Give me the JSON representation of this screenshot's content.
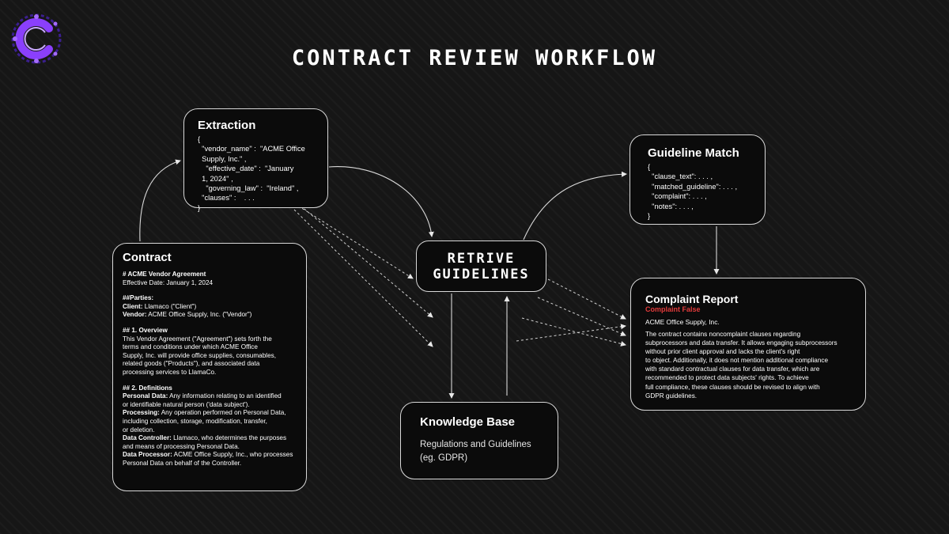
{
  "title": "CONTRACT REVIEW WORKFLOW",
  "logo": {
    "icon": "c-circuit-logo-icon",
    "colors": [
      "#8a3ffc",
      "#3b1f8f"
    ]
  },
  "extraction": {
    "title": "Extraction",
    "code": "{\n  \"vendor_name\" :  \"ACME Office\n  Supply, Inc.\" ,\n    \"effective_date\" :  \"January\n  1, 2024\" ,\n    \"governing_law\" :  \"Ireland\" ,\n  \"clauses\" :    . . .\n}"
  },
  "guideline_match": {
    "title": "Guideline Match",
    "code": "{\n  \"clause_text\": . . . ,\n  \"matched_guideline\": . . . ,\n  \"complaint\": . . . ,\n  \"notes\": . . . ,\n}"
  },
  "contract": {
    "title": "Contract",
    "heading": "# ACME Vendor Agreement",
    "effective": "Effective Date: January 1, 2024",
    "parties_heading": "##Parties:",
    "client_label": "Client:",
    "client_value": " Llamaco (\"Client\")",
    "vendor_label": "Vendor:",
    "vendor_value": " ACME Office Supply, Inc. (\"Vendor\")",
    "overview_heading": "## 1. Overview",
    "overview_text": "This Vendor Agreement (\"Agreement\") sets forth the\nterms and conditions under which ACME Office\nSupply, Inc. will provide office supplies, consumables,\nrelated goods (\"Products\"), and associated data\nprocessing services to LlamaCo.",
    "definitions_heading": "## 2. Definitions",
    "definitions": [
      {
        "label": "Personal Data:",
        "text": " Any information relating to an identified\nor identifiable natural person ('data subject')."
      },
      {
        "label": "Processing:",
        "text": " Any operation performed on Personal Data,\nincluding collection, storage, modification, transfer,\nor deletion."
      },
      {
        "label": "Data Controller:",
        "text": " Llamaco, who determines the purposes\nand means of processing Personal Data."
      },
      {
        "label": "Data Processor:",
        "text": " ACME Office Supply, Inc., who processes\nPersonal Data on behalf of the Controller."
      }
    ]
  },
  "retrieve": {
    "label": "RETRIVE\nGUIDELINES"
  },
  "knowledge_base": {
    "title": "Knowledge Base",
    "subtitle": "Regulations and Guidelines\n(eg. GDPR)"
  },
  "report": {
    "title": "Complaint Report",
    "status": "Complaint False",
    "status_color": "#e23b3b",
    "vendor": "ACME Office Supply, Inc.",
    "body": "The contract contains noncomplaint clauses regarding\nsubprocessors and data transfer. It allows engaging subprocessors\nwithout prior client approval and lacks the client's right\nto object. Additionally, it does not mention additional compliance\nwith standard contractual clauses for data transfer, which are\nrecommended to protect data subjects' rights. To achieve\nfull compliance, these clauses should be revised to align with\nGDPR guidelines."
  }
}
